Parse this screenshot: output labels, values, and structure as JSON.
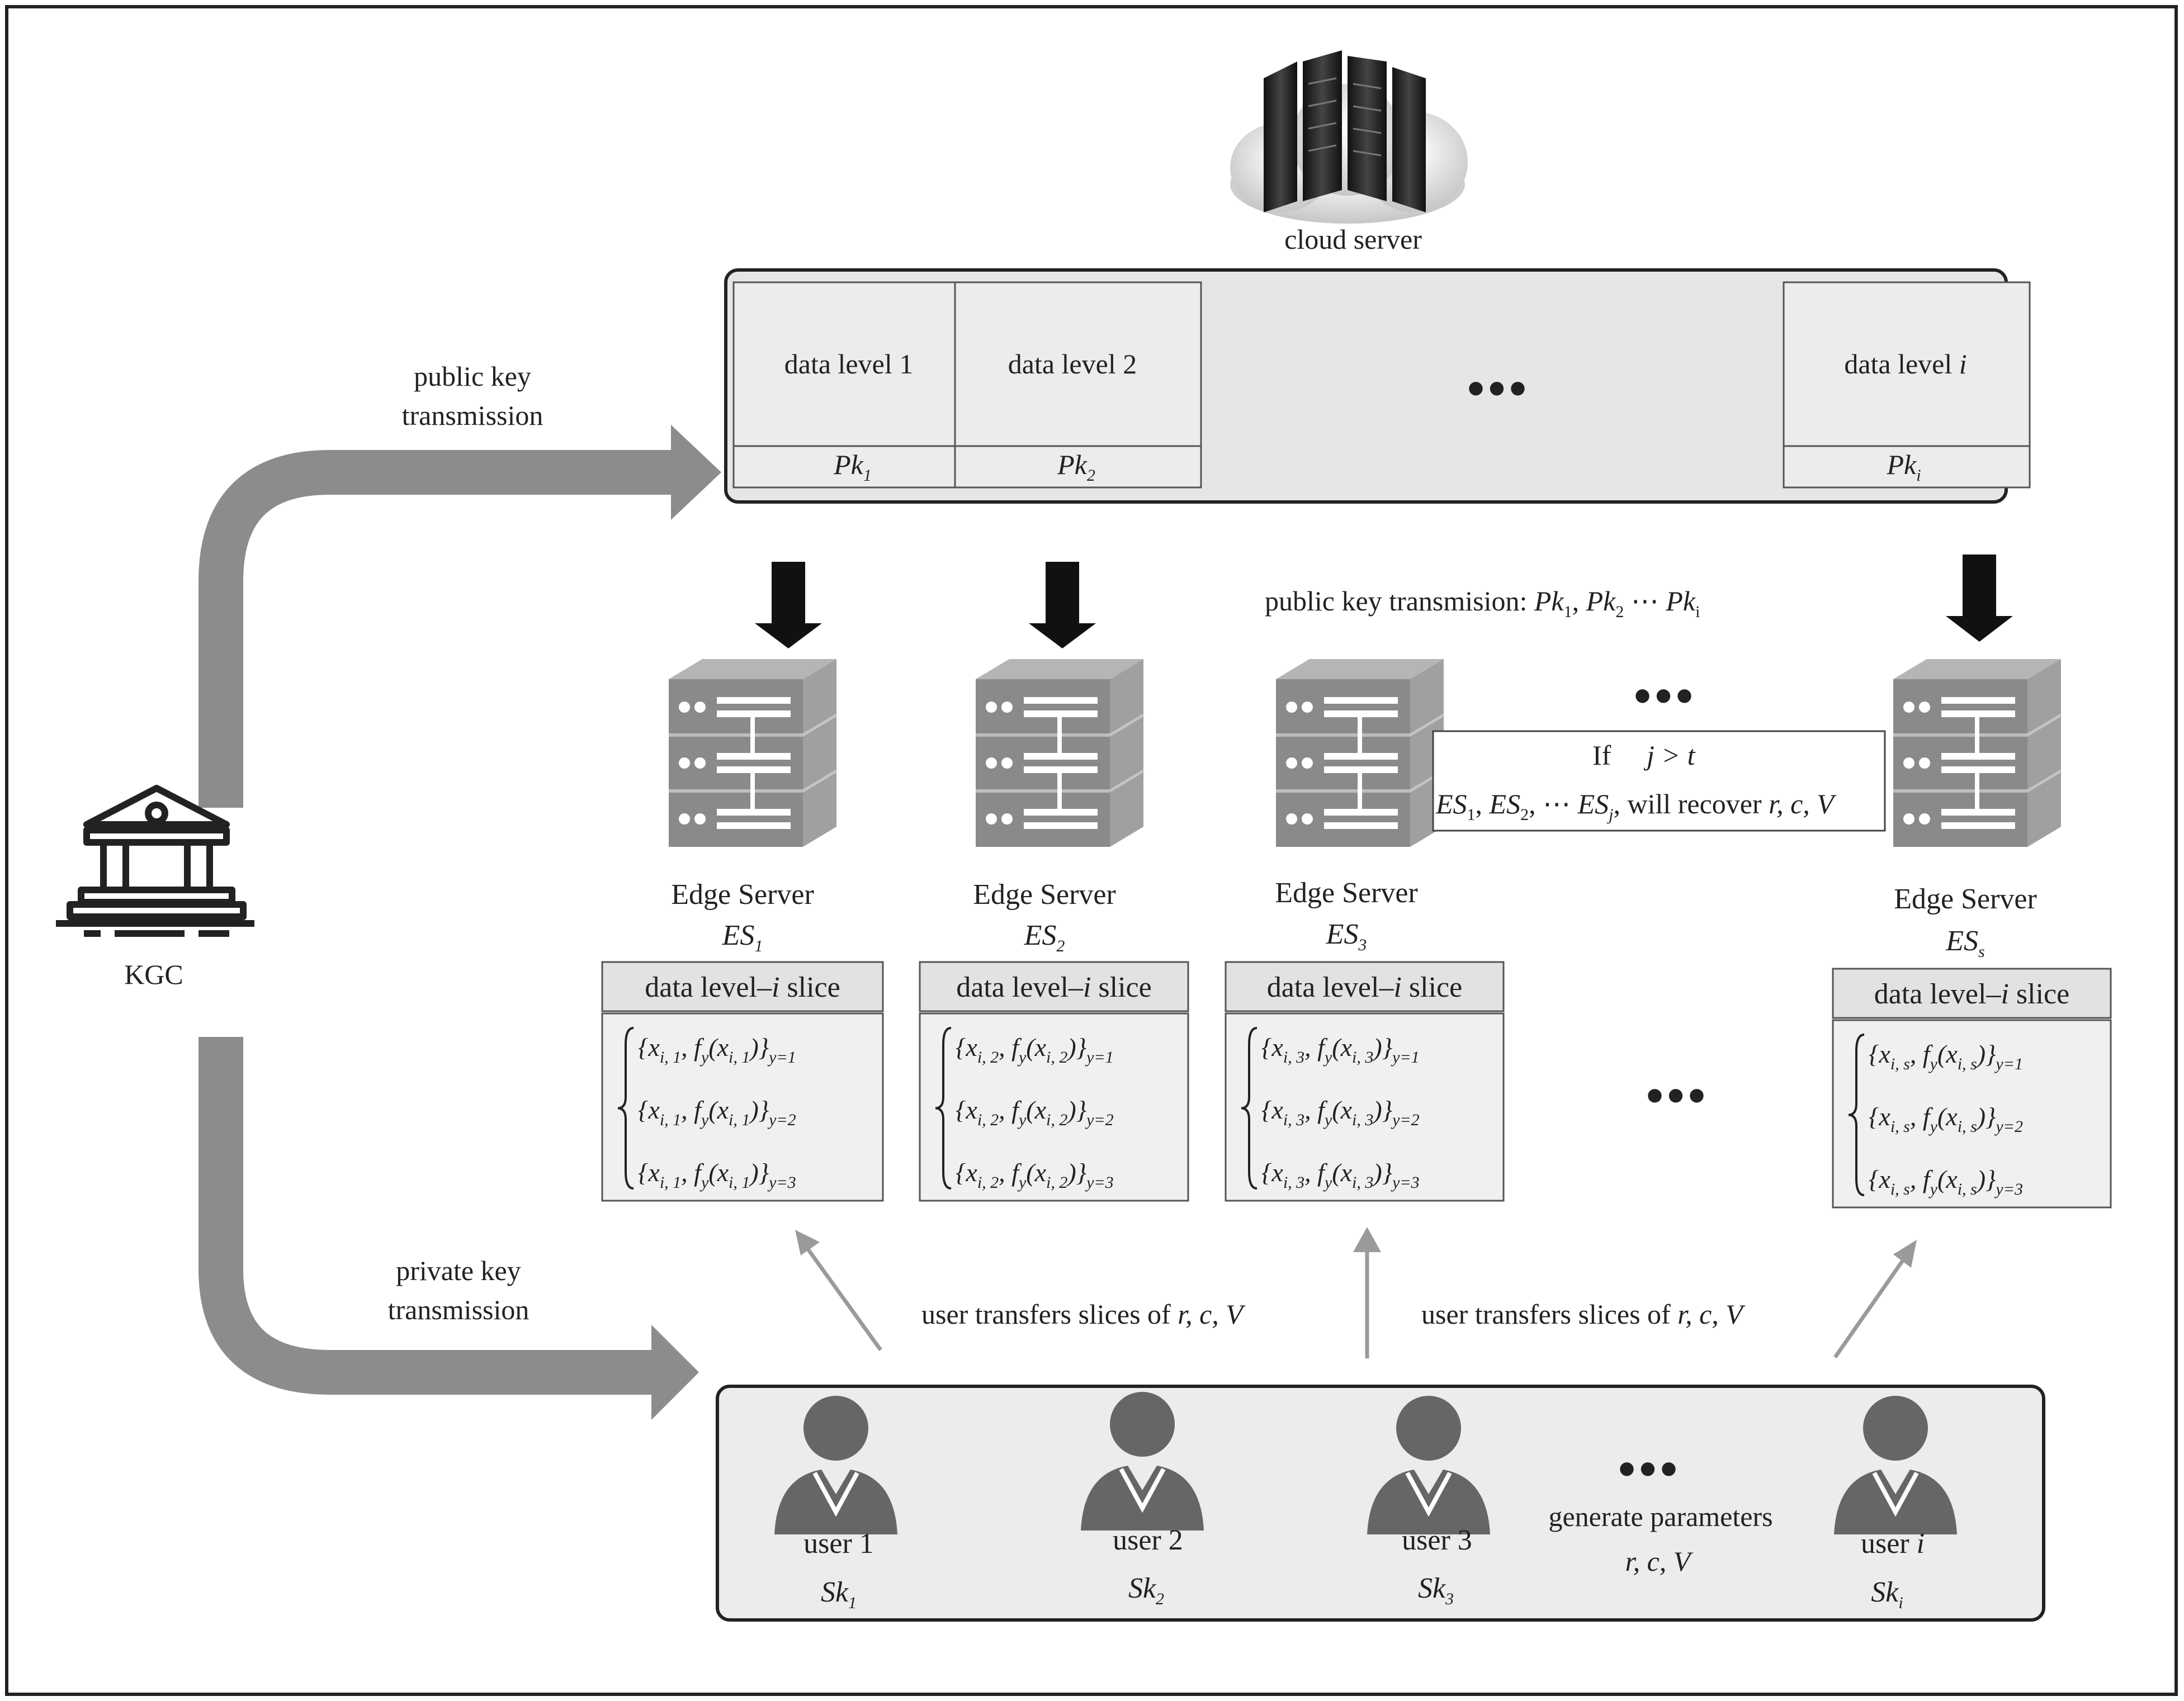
{
  "cloud": {
    "label": "cloud server",
    "levels": [
      {
        "name": "data level 1",
        "key": "Pk",
        "key_sub": "1"
      },
      {
        "name": "data level 2",
        "key": "Pk",
        "key_sub": "2"
      },
      {
        "name": "data level ",
        "name_italic": "i",
        "key": "Pk",
        "key_sub": "i"
      }
    ],
    "ellipsis": "•••"
  },
  "kgc": {
    "label": "KGC",
    "public_line1": "public key",
    "public_line2": "transmission",
    "private_line1": "private key",
    "private_line2": "transmission"
  },
  "broadcast": {
    "text": "public key transmision: ",
    "k1": "Pk",
    "k1_sub": "1",
    "k2": "Pk",
    "k2_sub": "2",
    "mid": "⋯",
    "k3": "Pk",
    "k3_sub": "i"
  },
  "recover": {
    "if_text": "If",
    "cond": "j > t",
    "es": "ES",
    "sub1": "1",
    "sub2": "2",
    "subj": "j",
    "mid": "⋯",
    "tail_text": " will recover ",
    "params": "r, c, V"
  },
  "edge_servers": [
    {
      "title": "Edge Server",
      "id": "ES",
      "id_sub": "1",
      "slice_title": "data level–",
      "slice_italic": "i",
      "slice_tail": " slice",
      "x_sub": "i, 1"
    },
    {
      "title": "Edge Server",
      "id": "ES",
      "id_sub": "2",
      "slice_title": "data level–",
      "slice_italic": "i",
      "slice_tail": " slice",
      "x_sub": "i, 2"
    },
    {
      "title": "Edge Server",
      "id": "ES",
      "id_sub": "3",
      "slice_title": "data level–",
      "slice_italic": "i",
      "slice_tail": " slice",
      "x_sub": "i, 3"
    },
    {
      "title": "Edge Server",
      "id": "ES",
      "id_sub": "s",
      "slice_title": "data level–",
      "slice_italic": "i",
      "slice_tail": " slice",
      "x_sub": "i, s"
    }
  ],
  "slice_formula": {
    "open": "{x",
    "mid": ", f",
    "fsub": "y",
    "paren": "(x",
    "close": ")}",
    "y_subs": [
      "y=1",
      "y=2",
      "y=3"
    ]
  },
  "transfer": {
    "text": "user transfers slices of ",
    "params": "r, c, V"
  },
  "users": [
    {
      "name": "user 1",
      "name_italic": "",
      "key": "Sk",
      "key_sub": "1"
    },
    {
      "name": "user 2",
      "name_italic": "",
      "key": "Sk",
      "key_sub": "2"
    },
    {
      "name": "user 3",
      "name_italic": "",
      "key": "Sk",
      "key_sub": "3"
    },
    {
      "name": "user ",
      "name_italic": "i",
      "key": "Sk",
      "key_sub": "i"
    }
  ],
  "generate": {
    "line1": "generate parameters",
    "line2": "r, c, V"
  },
  "ellipsis": "•••",
  "colors": {
    "panel_fill": "#e6e6e6",
    "panel_stroke": "#222222",
    "cell_fill": "#ececec",
    "big_arrow": "#8c8c8c",
    "thin_arrow": "#9a9a9a",
    "server_face": "#8a8a8a",
    "server_side": "#a8a8a8",
    "user_fill": "#666666"
  }
}
